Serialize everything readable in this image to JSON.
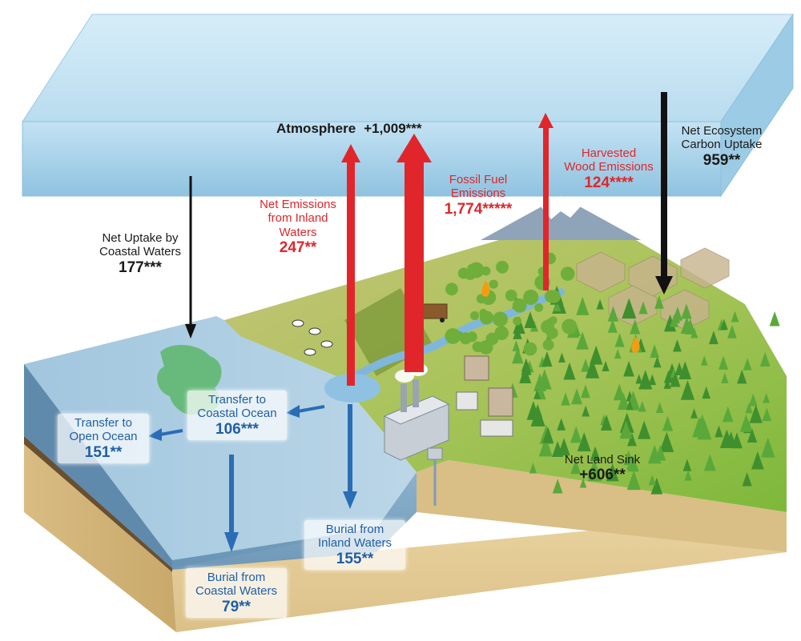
{
  "atmosphere": {
    "name": "Atmosphere",
    "value": "+1,009***"
  },
  "fluxes": {
    "net_uptake_coastal": {
      "label_line1": "Net Uptake by",
      "label_line2": "Coastal Waters",
      "value": "177***"
    },
    "net_emissions_inland": {
      "label_line1": "Net Emissions",
      "label_line2": "from Inland",
      "label_line3": "Waters",
      "value": "247**"
    },
    "fossil_fuel": {
      "label_line1": "Fossil Fuel",
      "label_line2": "Emissions",
      "value": "1,774*****"
    },
    "harvested_wood": {
      "label_line1": "Harvested",
      "label_line2": "Wood Emissions",
      "value": "124****"
    },
    "net_ecosystem_uptake": {
      "label_line1": "Net Ecosystem",
      "label_line2": "Carbon Uptake",
      "value": "959**"
    },
    "transfer_open_ocean": {
      "label_line1": "Transfer to",
      "label_line2": "Open Ocean",
      "value": "151**"
    },
    "transfer_coastal_ocean": {
      "label_line1": "Transfer to",
      "label_line2": "Coastal Ocean",
      "value": "106***"
    },
    "burial_coastal": {
      "label_line1": "Burial from",
      "label_line2": "Coastal Waters",
      "value": "79**"
    },
    "burial_inland": {
      "label_line1": "Burial from",
      "label_line2": "Inland Waters",
      "value": "155**"
    },
    "net_land_sink": {
      "label_line1": "Net Land Sink",
      "value": "+606**"
    }
  },
  "colors": {
    "emission_arrow": "#e0262b",
    "uptake_arrow": "#111111",
    "lateral_arrow": "#2a6db5",
    "atmosphere_bar": "#a9d3ea",
    "ocean": "#8fb9d6",
    "land": "#8cbf3f",
    "soil": "#e7cf98"
  }
}
